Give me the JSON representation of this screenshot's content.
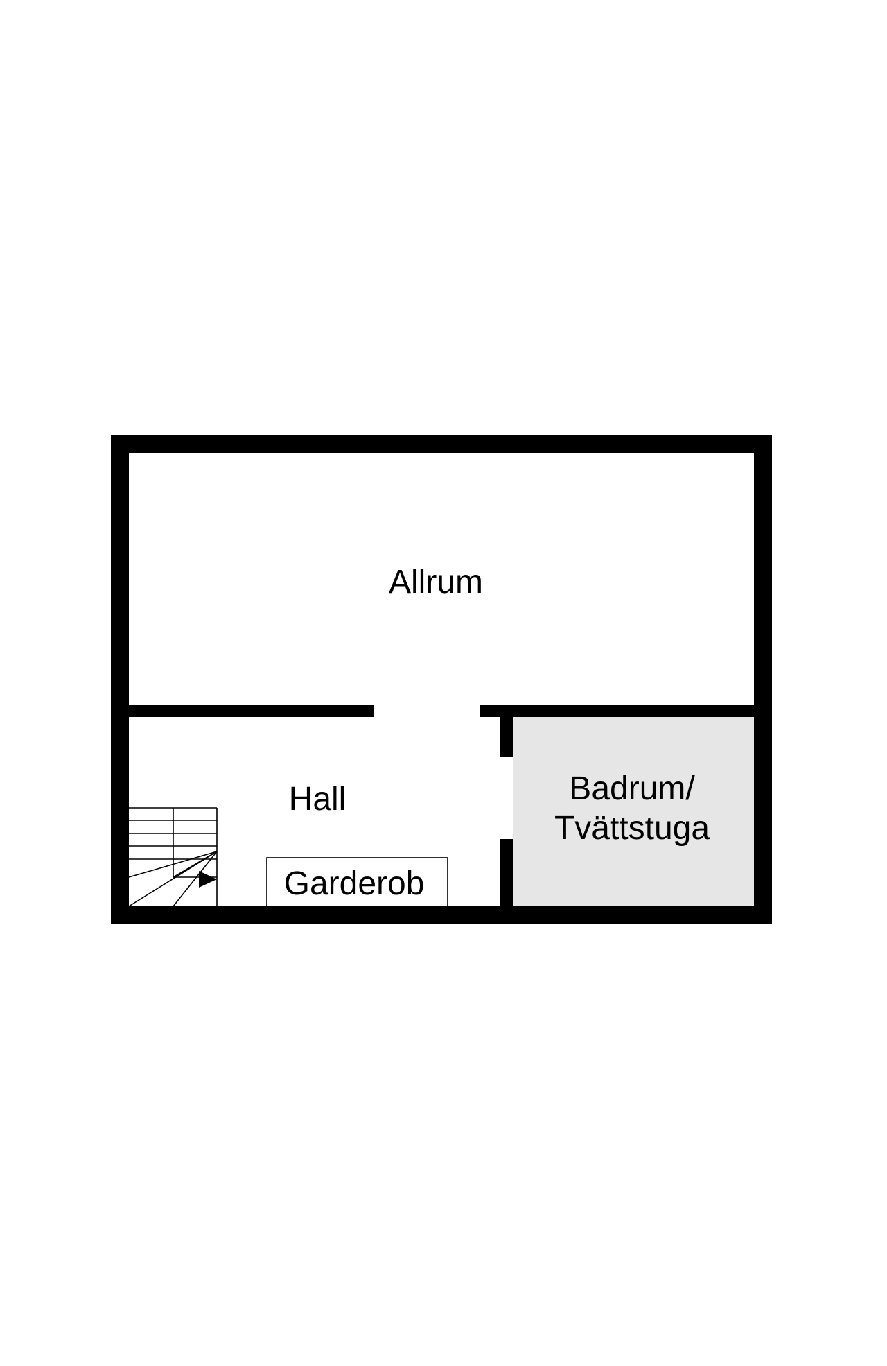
{
  "rooms": {
    "allrum": {
      "label": "Allrum"
    },
    "hall": {
      "label": "Hall"
    },
    "garderob": {
      "label": "Garderob"
    },
    "badrum": {
      "line1": "Badrum/",
      "line2": "Tvättstuga"
    }
  },
  "colors": {
    "wall": "#000000",
    "background": "#ffffff",
    "wet_room_fill": "#e6e6e6"
  },
  "icons": {
    "stairs": "stairs-icon",
    "direction": "arrow-right-icon"
  }
}
